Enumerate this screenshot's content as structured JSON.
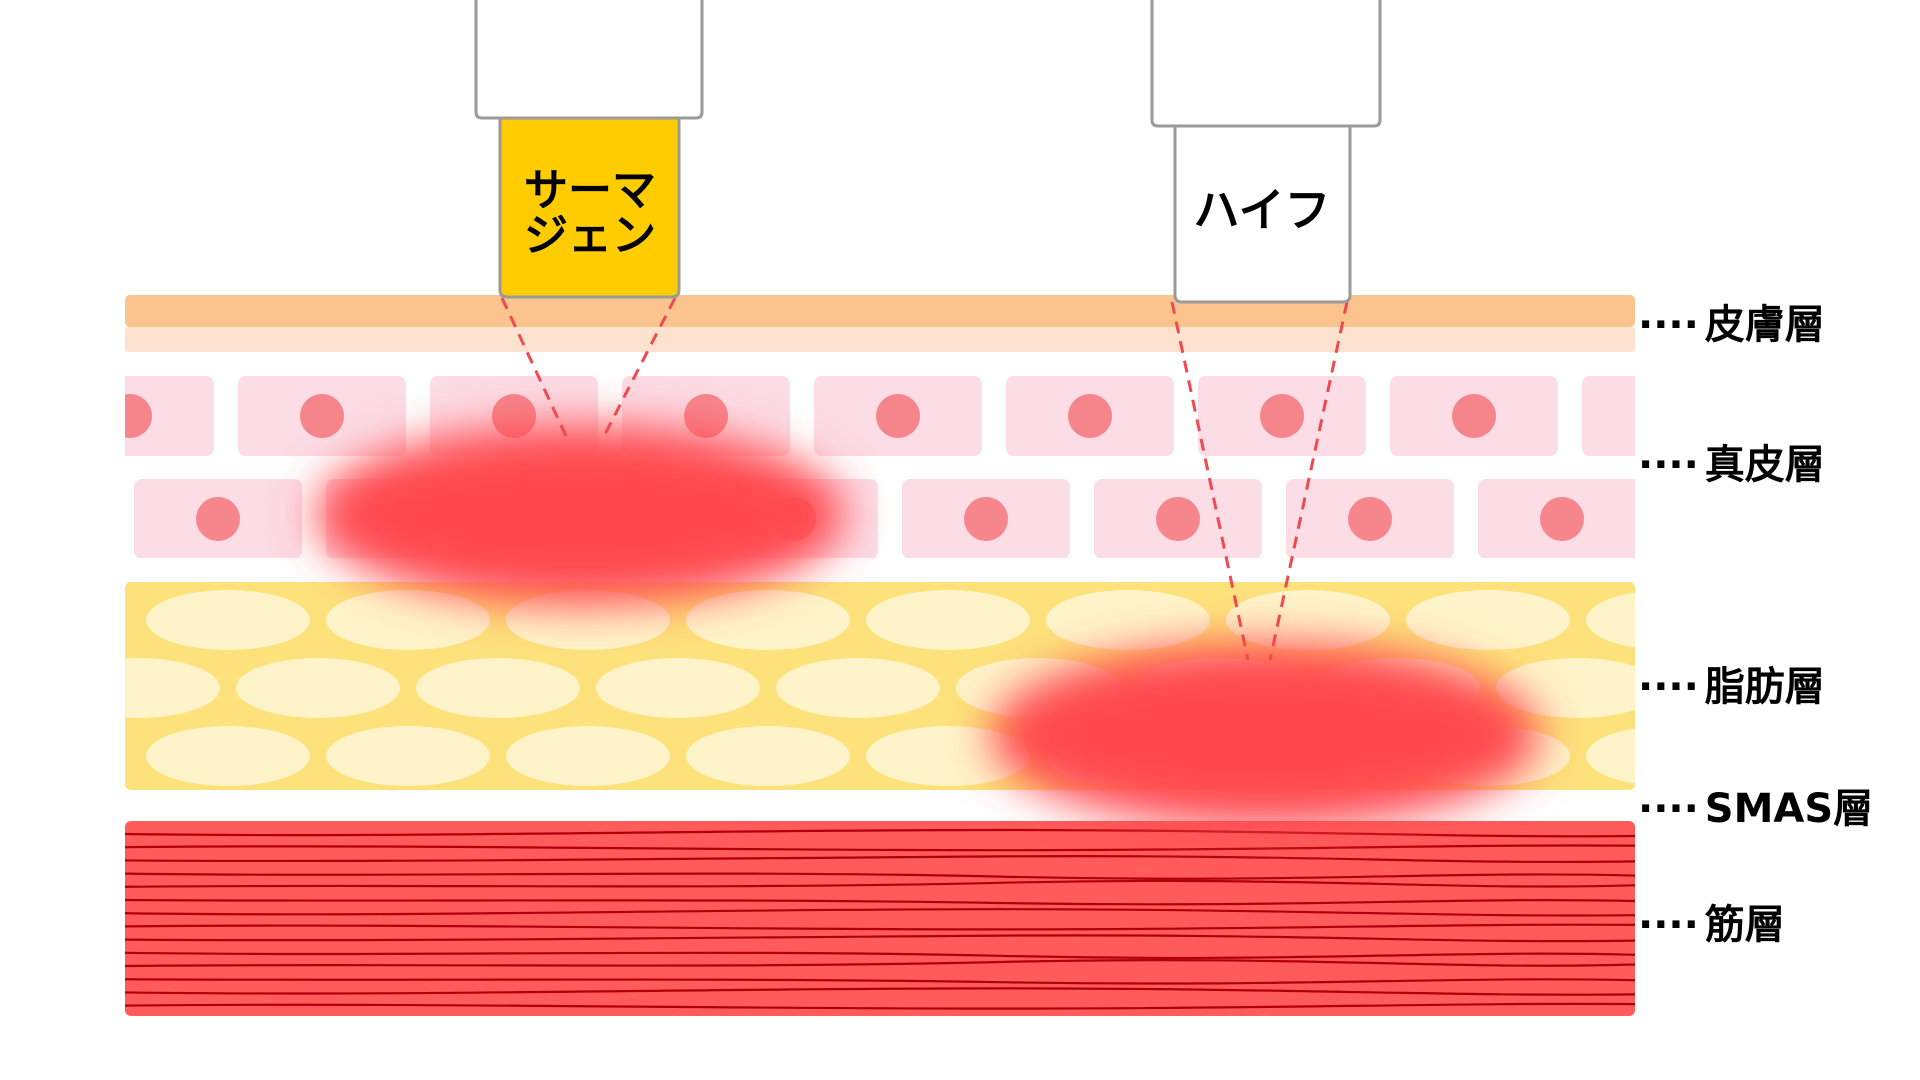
{
  "devices": {
    "thermage": {
      "label_line1": "サーマ",
      "label_line2": "ジェン",
      "color": "#FFCC00"
    },
    "hifu": {
      "label": "ハイフ",
      "color": "#FFFFFF"
    }
  },
  "layers": [
    {
      "key": "epidermis",
      "label": "皮膚層",
      "color": "#FBC48F"
    },
    {
      "key": "dermis",
      "label": "真皮層",
      "color": "#FCDCE5"
    },
    {
      "key": "fat",
      "label": "脂肪層",
      "color": "#FDE27C"
    },
    {
      "key": "smas",
      "label": "SMAS層",
      "color": "#FFFFFF"
    },
    {
      "key": "muscle",
      "label": "筋層",
      "color": "#FF5B5B"
    }
  ],
  "leader": "····",
  "colors": {
    "heat": "#FF4A4F",
    "cell_nucleus": "#F6868C",
    "fat_cell": "#FFF4C9",
    "muscle_line": "#B0000A",
    "device_border": "#9A9A9A",
    "beam": "#F04A50"
  }
}
